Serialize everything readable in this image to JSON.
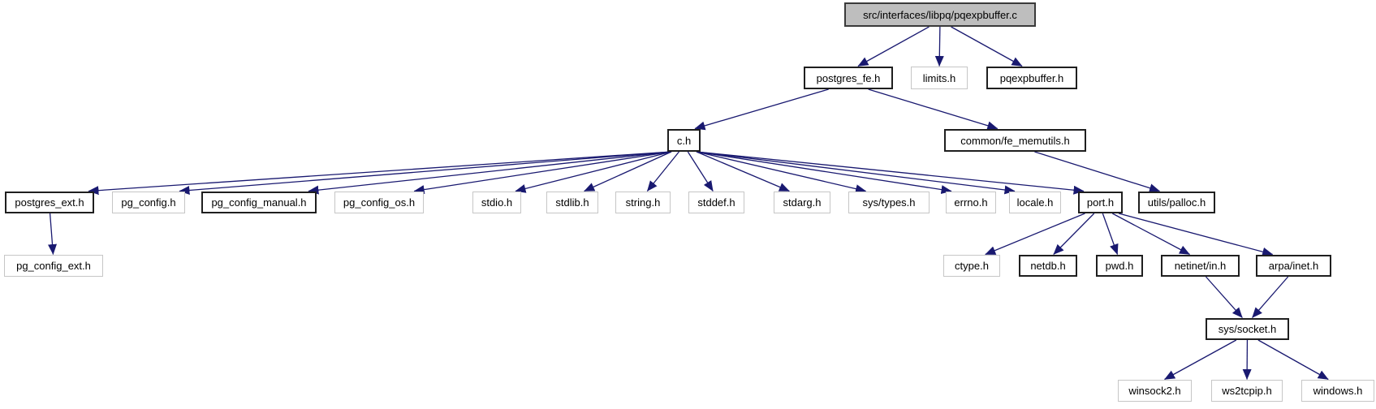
{
  "graph_type": "include-dependency-graph",
  "colors": {
    "edge": "#191970",
    "root_fill": "#bebebe",
    "root_border": "#3a3a3a",
    "documented_border": "#1f1f1f",
    "external_border": "#c6c6c6",
    "node_fill": "#ffffff",
    "text": "#000000"
  },
  "nodes": [
    {
      "id": "pqexpbuffer_c",
      "label": "src/interfaces/libpq/pqexpbuffer.c",
      "kind": "root"
    },
    {
      "id": "postgres_fe_h",
      "label": "postgres_fe.h",
      "kind": "documented"
    },
    {
      "id": "limits_h",
      "label": "limits.h",
      "kind": "external"
    },
    {
      "id": "pqexpbuffer_h",
      "label": "pqexpbuffer.h",
      "kind": "documented"
    },
    {
      "id": "c_h",
      "label": "c.h",
      "kind": "documented"
    },
    {
      "id": "fe_memutils_h",
      "label": "common/fe_memutils.h",
      "kind": "documented"
    },
    {
      "id": "postgres_ext_h",
      "label": "postgres_ext.h",
      "kind": "documented"
    },
    {
      "id": "pg_config_h",
      "label": "pg_config.h",
      "kind": "external"
    },
    {
      "id": "pg_config_manual_h",
      "label": "pg_config_manual.h",
      "kind": "documented"
    },
    {
      "id": "pg_config_os_h",
      "label": "pg_config_os.h",
      "kind": "external"
    },
    {
      "id": "stdio_h",
      "label": "stdio.h",
      "kind": "external"
    },
    {
      "id": "stdlib_h",
      "label": "stdlib.h",
      "kind": "external"
    },
    {
      "id": "string_h",
      "label": "string.h",
      "kind": "external"
    },
    {
      "id": "stddef_h",
      "label": "stddef.h",
      "kind": "external"
    },
    {
      "id": "stdarg_h",
      "label": "stdarg.h",
      "kind": "external"
    },
    {
      "id": "sys_types_h",
      "label": "sys/types.h",
      "kind": "external"
    },
    {
      "id": "errno_h",
      "label": "errno.h",
      "kind": "external"
    },
    {
      "id": "locale_h",
      "label": "locale.h",
      "kind": "external"
    },
    {
      "id": "port_h",
      "label": "port.h",
      "kind": "documented"
    },
    {
      "id": "utils_palloc_h",
      "label": "utils/palloc.h",
      "kind": "documented"
    },
    {
      "id": "pg_config_ext_h",
      "label": "pg_config_ext.h",
      "kind": "external"
    },
    {
      "id": "ctype_h",
      "label": "ctype.h",
      "kind": "external"
    },
    {
      "id": "netdb_h",
      "label": "netdb.h",
      "kind": "documented"
    },
    {
      "id": "pwd_h",
      "label": "pwd.h",
      "kind": "documented"
    },
    {
      "id": "netinet_in_h",
      "label": "netinet/in.h",
      "kind": "documented"
    },
    {
      "id": "arpa_inet_h",
      "label": "arpa/inet.h",
      "kind": "documented"
    },
    {
      "id": "sys_socket_h",
      "label": "sys/socket.h",
      "kind": "documented"
    },
    {
      "id": "winsock2_h",
      "label": "winsock2.h",
      "kind": "external"
    },
    {
      "id": "ws2tcpip_h",
      "label": "ws2tcpip.h",
      "kind": "external"
    },
    {
      "id": "windows_h",
      "label": "windows.h",
      "kind": "external"
    }
  ],
  "edges": [
    {
      "from": "pqexpbuffer_c",
      "to": "postgres_fe_h"
    },
    {
      "from": "pqexpbuffer_c",
      "to": "limits_h"
    },
    {
      "from": "pqexpbuffer_c",
      "to": "pqexpbuffer_h"
    },
    {
      "from": "postgres_fe_h",
      "to": "c_h"
    },
    {
      "from": "postgres_fe_h",
      "to": "fe_memutils_h"
    },
    {
      "from": "c_h",
      "to": "postgres_ext_h"
    },
    {
      "from": "c_h",
      "to": "pg_config_h"
    },
    {
      "from": "c_h",
      "to": "pg_config_manual_h"
    },
    {
      "from": "c_h",
      "to": "pg_config_os_h"
    },
    {
      "from": "c_h",
      "to": "stdio_h"
    },
    {
      "from": "c_h",
      "to": "stdlib_h"
    },
    {
      "from": "c_h",
      "to": "string_h"
    },
    {
      "from": "c_h",
      "to": "stddef_h"
    },
    {
      "from": "c_h",
      "to": "stdarg_h"
    },
    {
      "from": "c_h",
      "to": "sys_types_h"
    },
    {
      "from": "c_h",
      "to": "errno_h"
    },
    {
      "from": "c_h",
      "to": "locale_h"
    },
    {
      "from": "c_h",
      "to": "port_h"
    },
    {
      "from": "fe_memutils_h",
      "to": "utils_palloc_h"
    },
    {
      "from": "postgres_ext_h",
      "to": "pg_config_ext_h"
    },
    {
      "from": "port_h",
      "to": "ctype_h"
    },
    {
      "from": "port_h",
      "to": "netdb_h"
    },
    {
      "from": "port_h",
      "to": "pwd_h"
    },
    {
      "from": "port_h",
      "to": "netinet_in_h"
    },
    {
      "from": "port_h",
      "to": "arpa_inet_h"
    },
    {
      "from": "netinet_in_h",
      "to": "sys_socket_h"
    },
    {
      "from": "arpa_inet_h",
      "to": "sys_socket_h"
    },
    {
      "from": "sys_socket_h",
      "to": "winsock2_h"
    },
    {
      "from": "sys_socket_h",
      "to": "ws2tcpip_h"
    },
    {
      "from": "sys_socket_h",
      "to": "windows_h"
    }
  ]
}
